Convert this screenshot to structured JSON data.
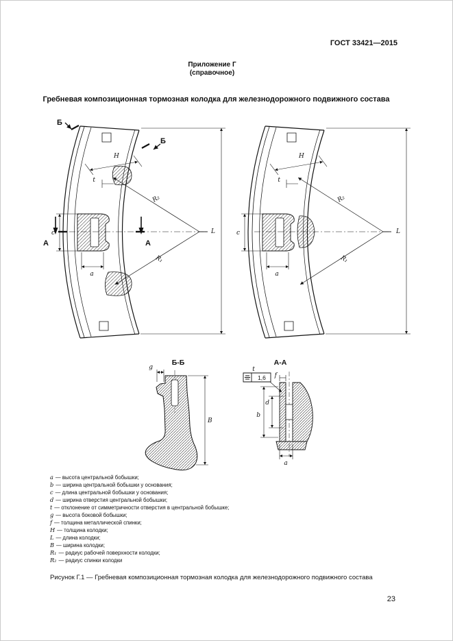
{
  "page": {
    "doc_number": "ГОСТ 33421—2015",
    "appendix_title": "Приложение Г",
    "appendix_subtitle": "(справочное)",
    "main_title": "Гребневая композиционная тормозная колодка для железнодорожного подвижного состава",
    "caption": "Рисунок Г.1 — Гребневая композиционная тормозная колодка для железнодорожного подвижного состава",
    "page_number": "23"
  },
  "figure": {
    "section_mark_b": "Б",
    "section_mark_a": "А",
    "section_bb_title": "Б-Б",
    "section_aa_title": "А-А",
    "tolerance_value": "1,6",
    "dims": {
      "H": "H",
      "t": "t",
      "R1": "R₁",
      "R2": "R₂",
      "c": "c",
      "a": "a",
      "L": "L",
      "g": "g",
      "B": "B",
      "b": "b",
      "d": "d",
      "f": "f"
    }
  },
  "legend": {
    "items": [
      {
        "symbol": "a",
        "text": "— высота центральной бобышки;"
      },
      {
        "symbol": "b",
        "text": "— ширина центральной бобышки у основания;"
      },
      {
        "symbol": "c",
        "text": "— длина центральной бобышки у основания;"
      },
      {
        "symbol": "d",
        "text": "— ширина отверстия центральной бобышки;"
      },
      {
        "symbol": "t",
        "text": "— отклонение от симметричности отверстия в центральной бобышке;"
      },
      {
        "symbol": "g",
        "text": "— высота боковой бобышки;"
      },
      {
        "symbol": "f",
        "text": "— толщина металлической спинки;"
      },
      {
        "symbol": "H",
        "text": "— толщина колодки;"
      },
      {
        "symbol": "L",
        "text": "— длина колодки;"
      },
      {
        "symbol": "B",
        "text": "— ширина колодки;"
      },
      {
        "symbol": "R₁",
        "text": "— радиус рабочей поверхности колодки;"
      },
      {
        "symbol": "R₂",
        "text": "— радиус спинки колодки"
      }
    ]
  }
}
